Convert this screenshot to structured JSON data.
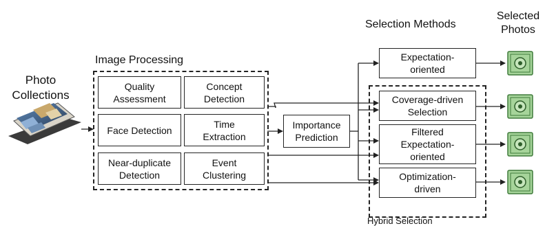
{
  "input": {
    "title": "Photo\nCollections"
  },
  "processing": {
    "title": "Image Processing",
    "modules": [
      "Quality\nAssessment",
      "Concept\nDetection",
      "Face Detection",
      "Time\nExtraction",
      "Near-duplicate\nDetection",
      "Event\nClustering"
    ]
  },
  "importance": {
    "label": "Importance\nPrediction"
  },
  "methods": {
    "title": "Selection Methods",
    "items": [
      "Expectation-\noriented",
      "Coverage-driven\nSelection",
      "Filtered\nExpectation-\noriented",
      "Optimization-\ndriven"
    ],
    "hybrid_label": "Hybrid Selection"
  },
  "output": {
    "title": "Selected\nPhotos"
  },
  "icon_names": {
    "input": "photo-album-icon",
    "output": "photo-safe-icon"
  },
  "colors": {
    "safe_fill": "#a6d49a",
    "safe_stroke": "#3f7a3a",
    "line": "#222222"
  }
}
